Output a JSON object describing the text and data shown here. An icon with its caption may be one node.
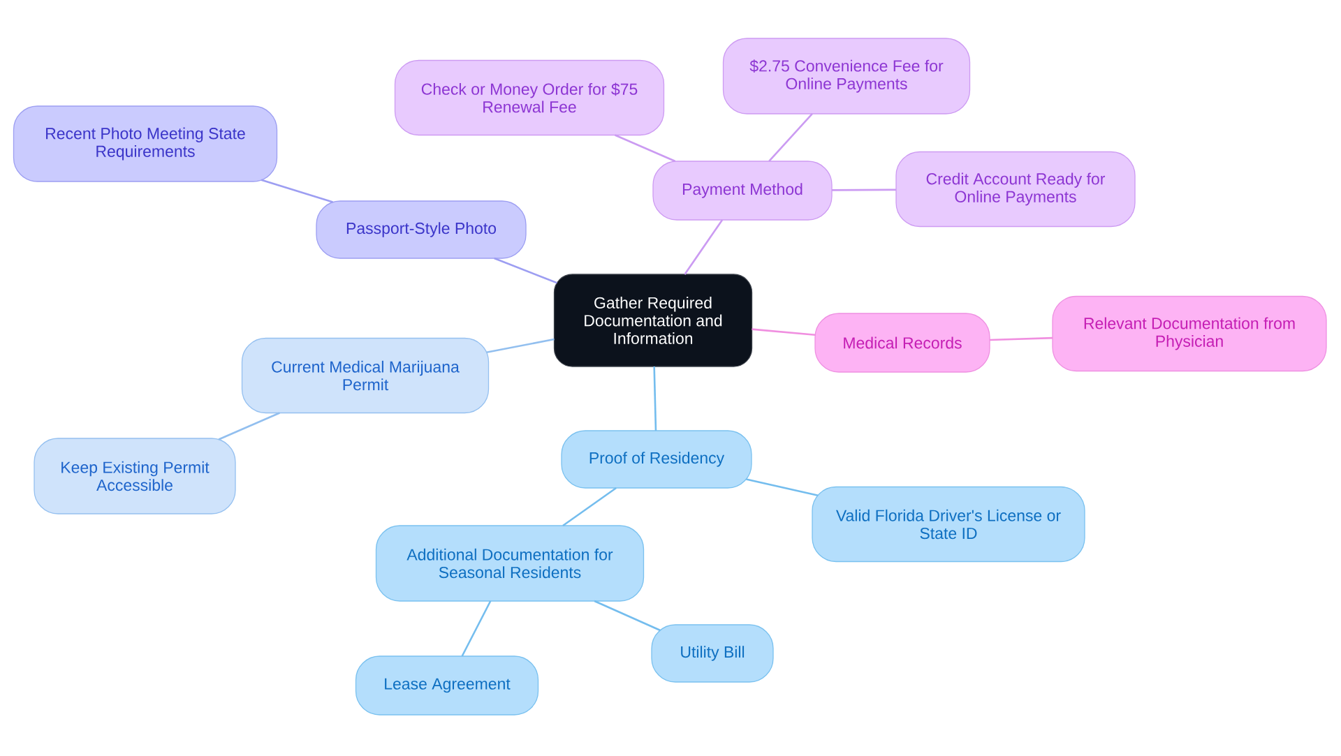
{
  "diagram": {
    "nodes": [
      {
        "text": [
          "Gather Required Documentation and Information"
        ]
      },
      {
        "text": [
          "Passport-Style Photo"
        ]
      },
      {
        "text": [
          "Recent Photo Meeting State Requirements"
        ]
      },
      {
        "text": [
          "Payment Method"
        ]
      },
      {
        "text": [
          "Check or Money Order for $75 Renewal Fee"
        ]
      },
      {
        "text": [
          "$2.75 Convenience Fee for Online Payments"
        ]
      },
      {
        "text": [
          "Credit Account Ready for Online Payments"
        ]
      },
      {
        "text": [
          "Medical Records"
        ]
      },
      {
        "text": [
          "Relevant Documentation from Physician"
        ]
      },
      {
        "text": [
          "Current Medical Marijuana Permit"
        ]
      },
      {
        "text": [
          "Keep Existing Permit Accessible"
        ]
      },
      {
        "text": [
          "Proof of Residency"
        ]
      },
      {
        "text": [
          "Valid Florida Driver's License or State ID"
        ]
      },
      {
        "text": [
          "Additional Documentation for Seasonal Residents"
        ]
      },
      {
        "text": [
          "Utility Bill"
        ]
      },
      {
        "text": [
          "Lease Agreement"
        ]
      }
    ],
    "edges": [
      {
        "from": 0,
        "to": 1,
        "arrow": "none",
        "color": "#9d9ef2"
      },
      {
        "from": 1,
        "to": 2,
        "arrow": "none",
        "color": "#9d9ef2"
      },
      {
        "from": 0,
        "to": 3,
        "arrow": "none",
        "color": "#cb9bf2"
      },
      {
        "from": 3,
        "to": 4,
        "arrow": "none",
        "color": "#cb9bf2"
      },
      {
        "from": 3,
        "to": 5,
        "arrow": "none",
        "color": "#cb9bf2"
      },
      {
        "from": 3,
        "to": 6,
        "arrow": "none",
        "color": "#cb9bf2"
      },
      {
        "from": 0,
        "to": 7,
        "arrow": "none",
        "color": "#f08fe0"
      },
      {
        "from": 7,
        "to": 8,
        "arrow": "none",
        "color": "#f08fe0"
      },
      {
        "from": 0,
        "to": 9,
        "arrow": "none",
        "color": "#92bfef"
      },
      {
        "from": 9,
        "to": 10,
        "arrow": "none",
        "color": "#92bfef"
      },
      {
        "from": 0,
        "to": 11,
        "arrow": "none"
      },
      {
        "from": 11,
        "to": 12,
        "arrow": "none"
      },
      {
        "from": 11,
        "to": 13,
        "arrow": "none"
      },
      {
        "from": 13,
        "to": 14,
        "arrow": "none"
      },
      {
        "from": 13,
        "to": 15,
        "arrow": "none"
      }
    ]
  }
}
